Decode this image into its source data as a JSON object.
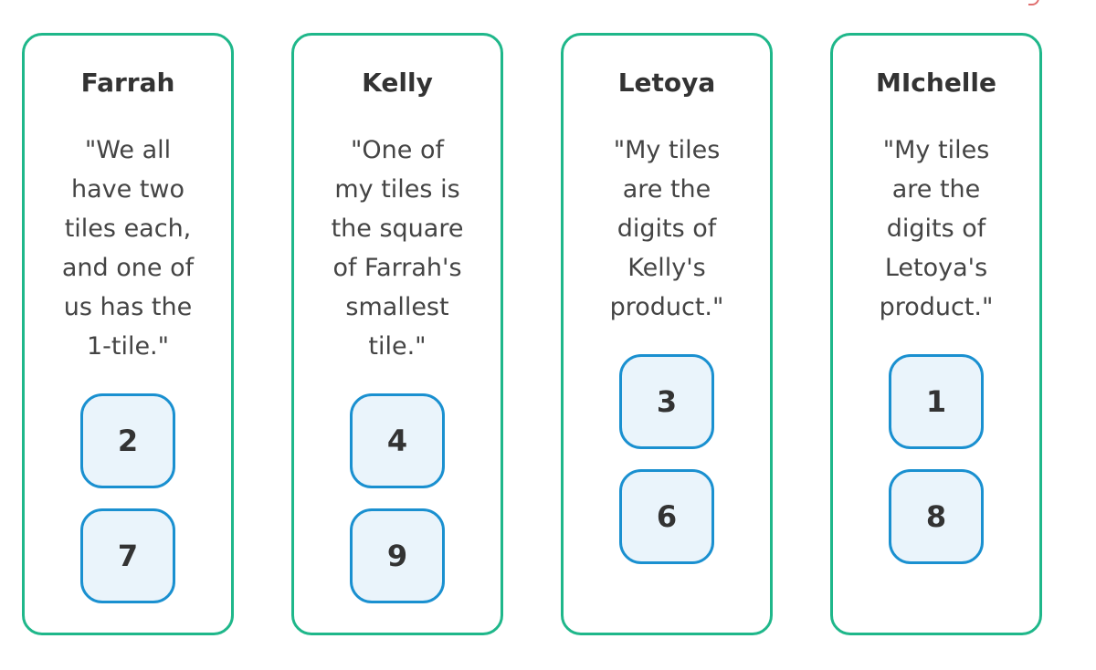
{
  "cards": [
    {
      "name": "Farrah",
      "quote_lines": [
        "\"We all",
        "have two",
        "tiles each,",
        "and one of",
        "us has the",
        "1-tile.\""
      ],
      "tiles": [
        "2",
        "7"
      ]
    },
    {
      "name": "Kelly",
      "quote_lines": [
        "\"One of",
        "my tiles is",
        "the square",
        "of Farrah's",
        "smallest",
        "tile.\""
      ],
      "tiles": [
        "4",
        "9"
      ]
    },
    {
      "name": "Letoya",
      "quote_lines": [
        "\"My tiles",
        "are the",
        "digits of",
        "Kelly's",
        "product.\""
      ],
      "tiles": [
        "3",
        "6"
      ]
    },
    {
      "name": "MIchelle",
      "quote_lines": [
        "\"My tiles",
        "are the",
        "digits of",
        "Letoya's",
        "product.\""
      ],
      "tiles": [
        "1",
        "8"
      ]
    }
  ],
  "colors": {
    "card_border": "#1fb78a",
    "tile_border": "#1a90d0",
    "tile_fill": "#eaf4fb"
  }
}
